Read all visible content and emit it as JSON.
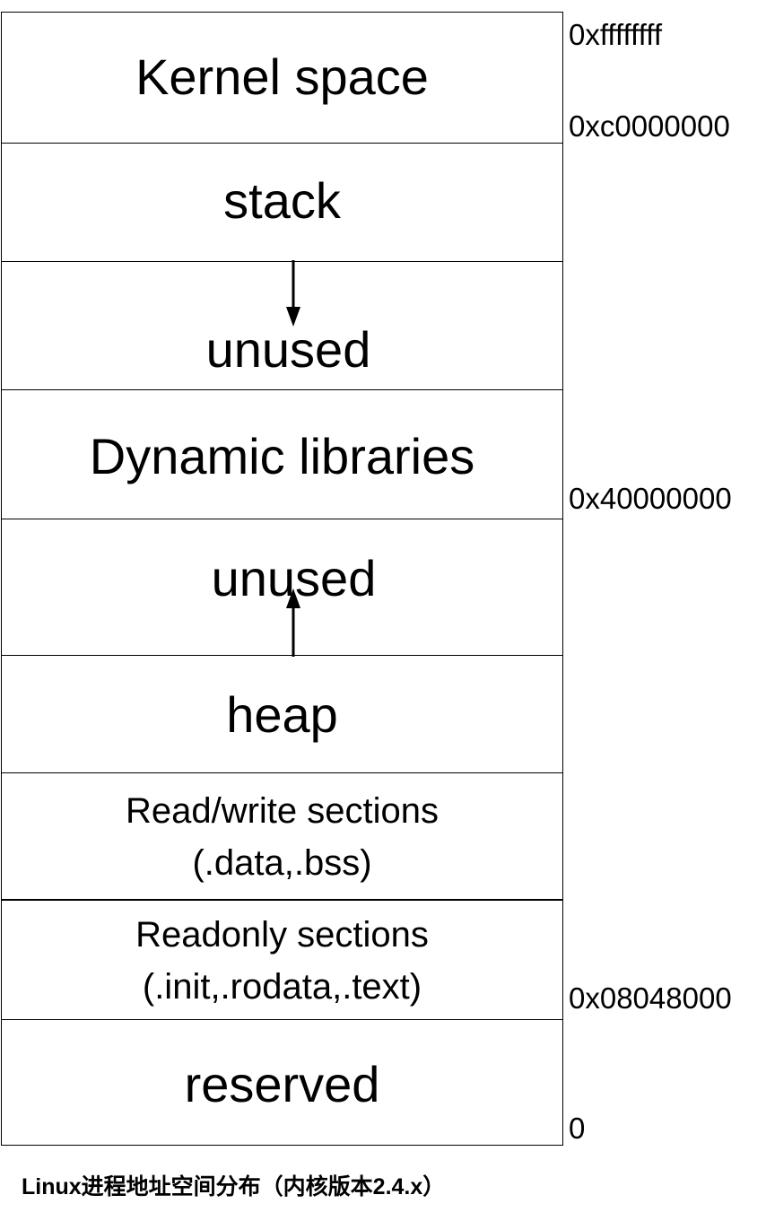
{
  "segments": {
    "kernel": "Kernel space",
    "stack": "stack",
    "unused_upper": "unused",
    "dynamic_libraries": "Dynamic libraries",
    "unused_lower": "unused",
    "heap": "heap",
    "read_write_line1": "Read/write sections",
    "read_write_line2": "(.data,.bss)",
    "readonly_line1": "Readonly sections",
    "readonly_line2": "(.init,.rodata,.text)",
    "reserved": "reserved"
  },
  "addresses": {
    "top": "0xffffffff",
    "kernel_start": "0xc0000000",
    "libraries_start": "0x40000000",
    "text_start": "0x08048000",
    "zero": "0"
  },
  "caption": "Linux进程地址空间分布（内核版本2.4.x）",
  "colors": {
    "line": "#000000",
    "background": "#ffffff"
  },
  "icons": {
    "stack_growth": "arrow-down-icon",
    "heap_growth": "arrow-up-icon"
  }
}
